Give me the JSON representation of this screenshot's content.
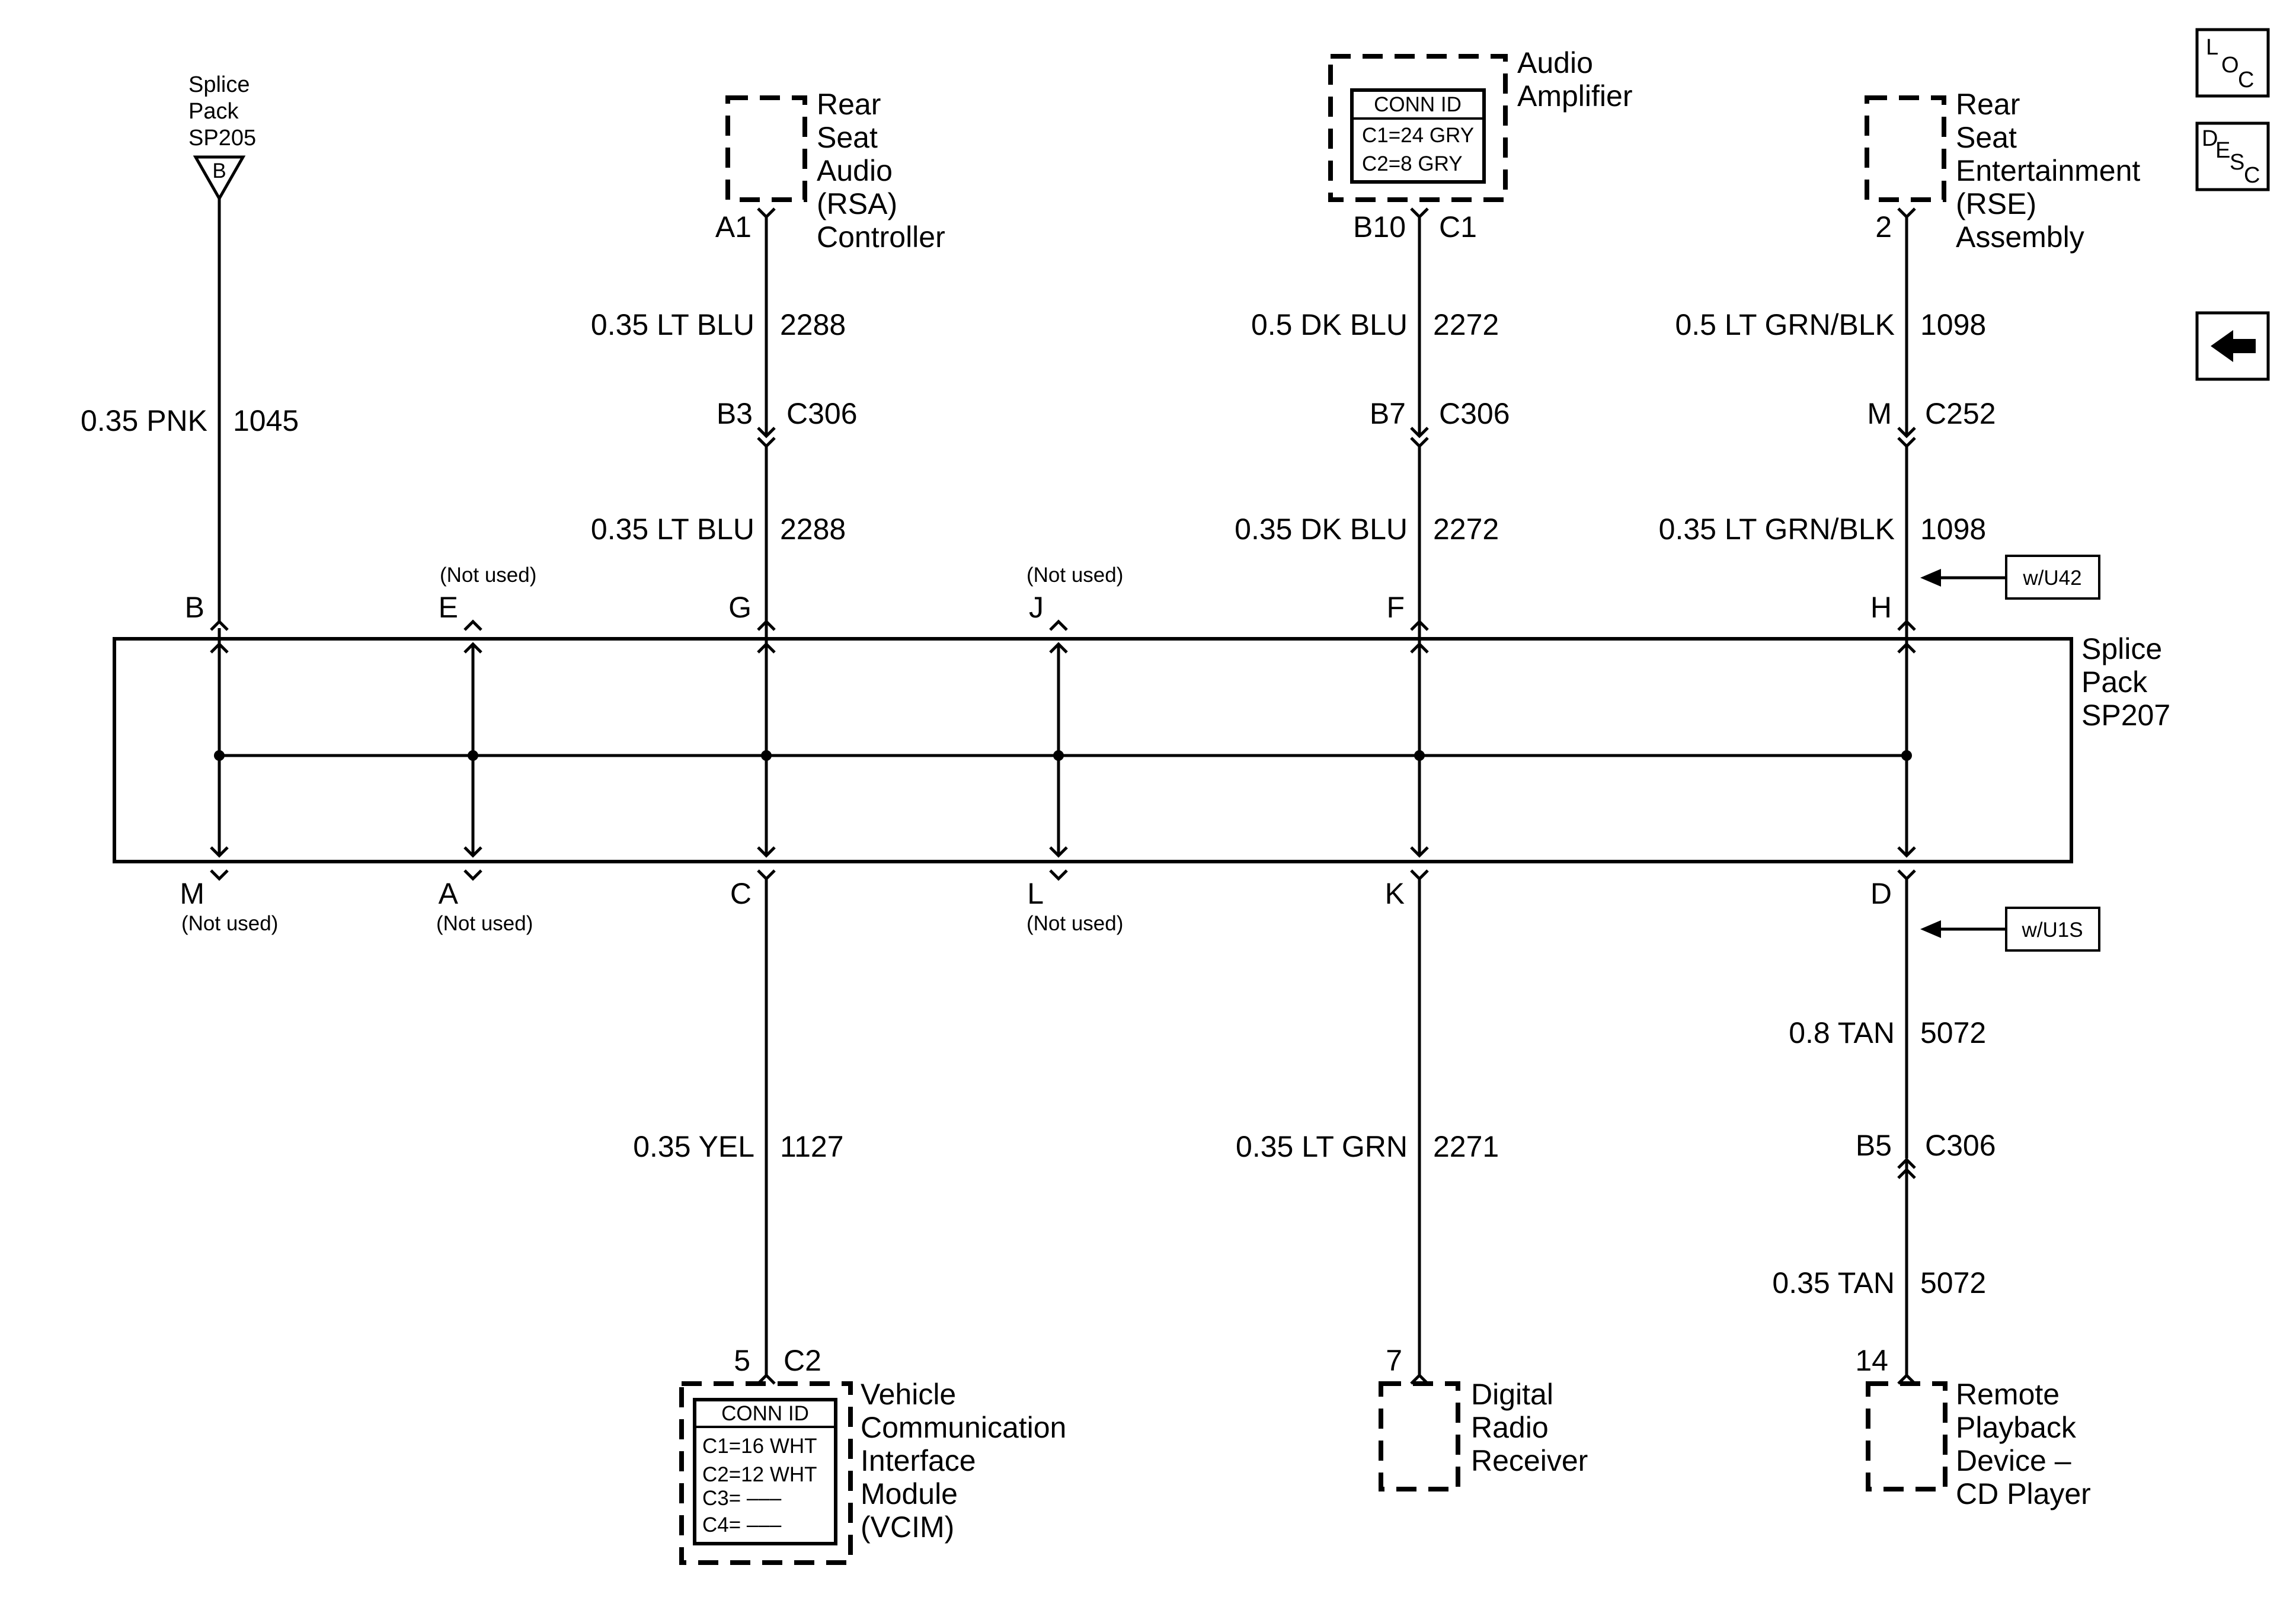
{
  "splice_sp205": {
    "lines": [
      "Splice",
      "Pack",
      "SP205"
    ],
    "symbol": "B"
  },
  "rsa": {
    "lines": [
      "Rear",
      "Seat",
      "Audio",
      "(RSA)",
      "Controller"
    ],
    "pin": "A1"
  },
  "amp": {
    "lines": [
      "Audio",
      "Amplifier"
    ],
    "conn_id": "CONN ID",
    "conn_lines": [
      "C1=24 GRY",
      "C2=8 GRY"
    ],
    "pin": "B10",
    "conn": "C1"
  },
  "rse": {
    "lines": [
      "Rear",
      "Seat",
      "Entertainment",
      "(RSE)",
      "Assembly"
    ],
    "pin": "2"
  },
  "wires": {
    "b_wire": {
      "color": "0.35 PNK",
      "circuit": "1045"
    },
    "g_up": {
      "color": "0.35 LT BLU",
      "circuit": "2288"
    },
    "g_low": {
      "color": "0.35 LT BLU",
      "circuit": "2288"
    },
    "f_up": {
      "color": "0.5 DK BLU",
      "circuit": "2272"
    },
    "f_low": {
      "color": "0.35 DK BLU",
      "circuit": "2272"
    },
    "h_up": {
      "color": "0.5 LT GRN/BLK",
      "circuit": "1098"
    },
    "h_low": {
      "color": "0.35 LT GRN/BLK",
      "circuit": "1098"
    },
    "c_wire": {
      "color": "0.35 YEL",
      "circuit": "1127"
    },
    "k_wire": {
      "color": "0.35 LT GRN",
      "circuit": "2271"
    },
    "d_up": {
      "color": "0.8 TAN",
      "circuit": "5072"
    },
    "d_low": {
      "color": "0.35 TAN",
      "circuit": "5072"
    }
  },
  "inline": {
    "g": {
      "pin": "B3",
      "conn": "C306"
    },
    "f": {
      "pin": "B7",
      "conn": "C306"
    },
    "h": {
      "pin": "M",
      "conn": "C252"
    },
    "d": {
      "pin": "B5",
      "conn": "C306"
    }
  },
  "splice_sp207": {
    "lines": [
      "Splice",
      "Pack",
      "SP207"
    ],
    "top_pins": [
      "B",
      "E",
      "G",
      "J",
      "F",
      "H"
    ],
    "bottom_pins": [
      "M",
      "A",
      "C",
      "L",
      "K",
      "D"
    ],
    "not_used": "(Not used)"
  },
  "options": {
    "top": "w/U42",
    "bottom": "w/U1S"
  },
  "vcim": {
    "lines": [
      "Vehicle",
      "Communication",
      "Interface",
      "Module",
      "(VCIM)"
    ],
    "conn_id": "CONN ID",
    "conn_lines": [
      "C1=16 WHT",
      "C2=12 WHT",
      "C3= –––",
      "C4= –––"
    ],
    "pin": "5",
    "conn": "C2"
  },
  "drr": {
    "lines": [
      "Digital",
      "Radio",
      "Receiver"
    ],
    "pin": "7"
  },
  "rpd": {
    "lines": [
      "Remote",
      "Playback",
      "Device –",
      "CD Player"
    ],
    "pin": "14"
  },
  "nav": {
    "loc": {
      "a": "L",
      "b": "O",
      "c": "C"
    },
    "desc": {
      "a": "D",
      "b": "E",
      "c": "S",
      "d": "C"
    },
    "back": "back-arrow"
  }
}
